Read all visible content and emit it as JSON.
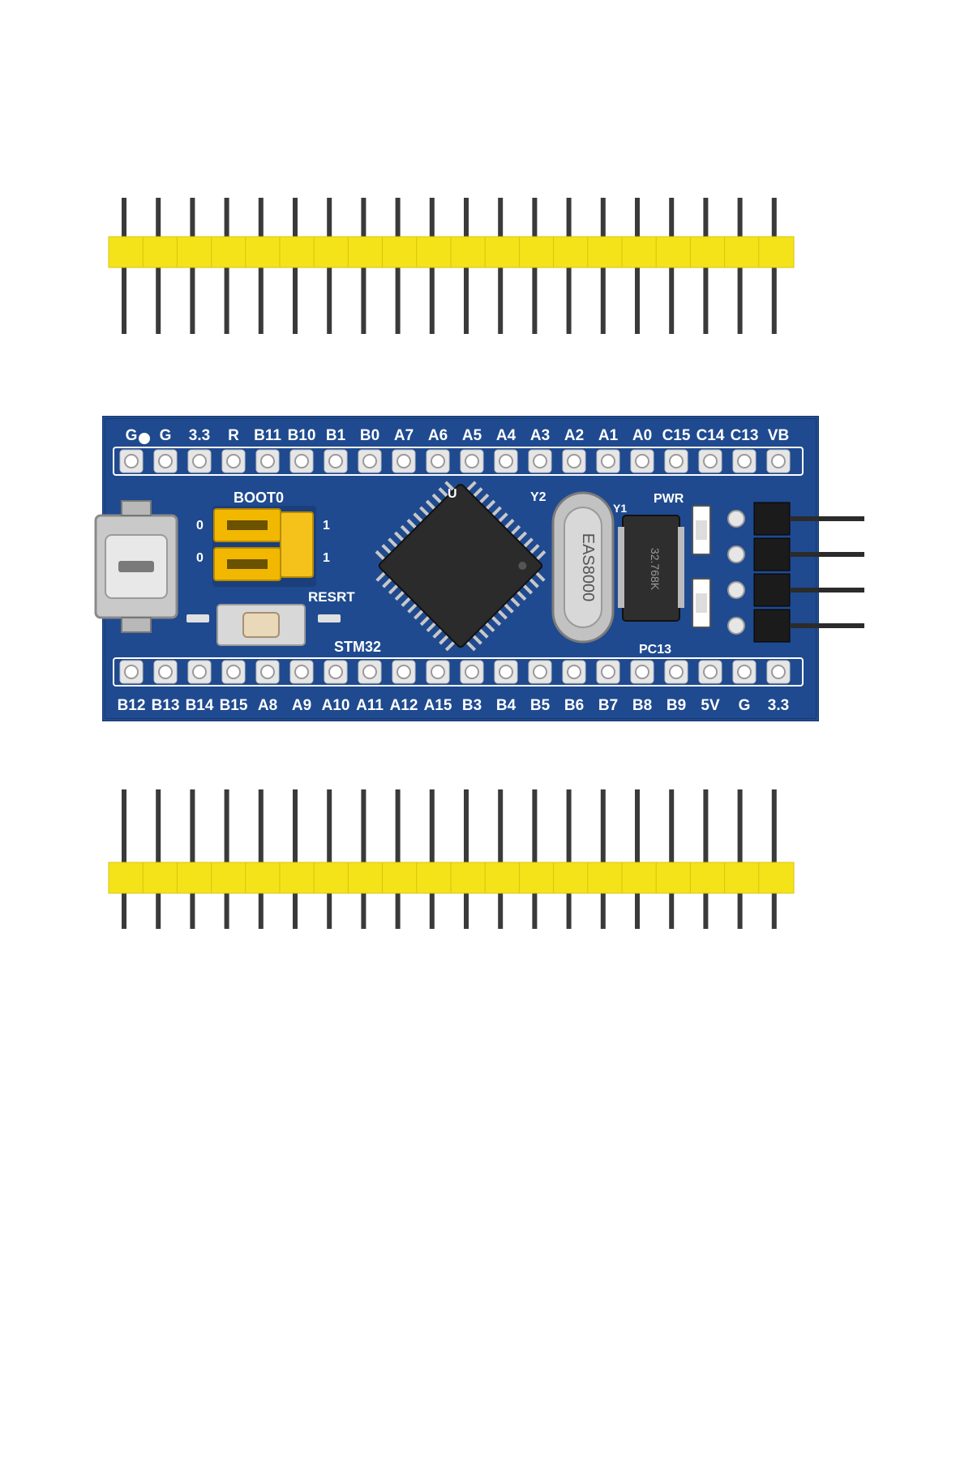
{
  "colors": {
    "background": "#ffffff",
    "pcb": "#1f4a8f",
    "pcb_edge": "#163a73",
    "header_plastic": "#f5e31a",
    "pin_metal": "#3a3a3a",
    "silkscreen": "#ffffff",
    "jumper": "#f2b800",
    "chip": "#2b2b2b"
  },
  "top_header": {
    "pin_count": 20
  },
  "bottom_header": {
    "pin_count": 20
  },
  "board": {
    "top_labels": [
      "G",
      "G",
      "3.3",
      "R",
      "B11",
      "B10",
      "B1",
      "B0",
      "A7",
      "A6",
      "A5",
      "A4",
      "A3",
      "A2",
      "A1",
      "A0",
      "C15",
      "C14",
      "C13",
      "VB"
    ],
    "bottom_labels": [
      "B12",
      "B13",
      "B14",
      "B15",
      "A8",
      "A9",
      "A10",
      "A11",
      "A12",
      "A15",
      "B3",
      "B4",
      "B5",
      "B6",
      "B7",
      "B8",
      "B9",
      "5V",
      "G",
      "3.3"
    ],
    "boot_label": "BOOT0",
    "jumper_left_0a": "0",
    "jumper_left_0b": "0",
    "jumper_right_1a": "1",
    "jumper_right_1b": "1",
    "reset_label": "RESRT",
    "mcu_label": "STM32",
    "chip_ref": "U",
    "crystal_ref": "Y2",
    "crystal_text": "EAS8000",
    "rtc_crystal_ref": "Y1",
    "rtc_crystal_text": "32.768K",
    "pwr_label": "PWR",
    "pc13_label": "PC13",
    "right_header_pins": 4
  }
}
